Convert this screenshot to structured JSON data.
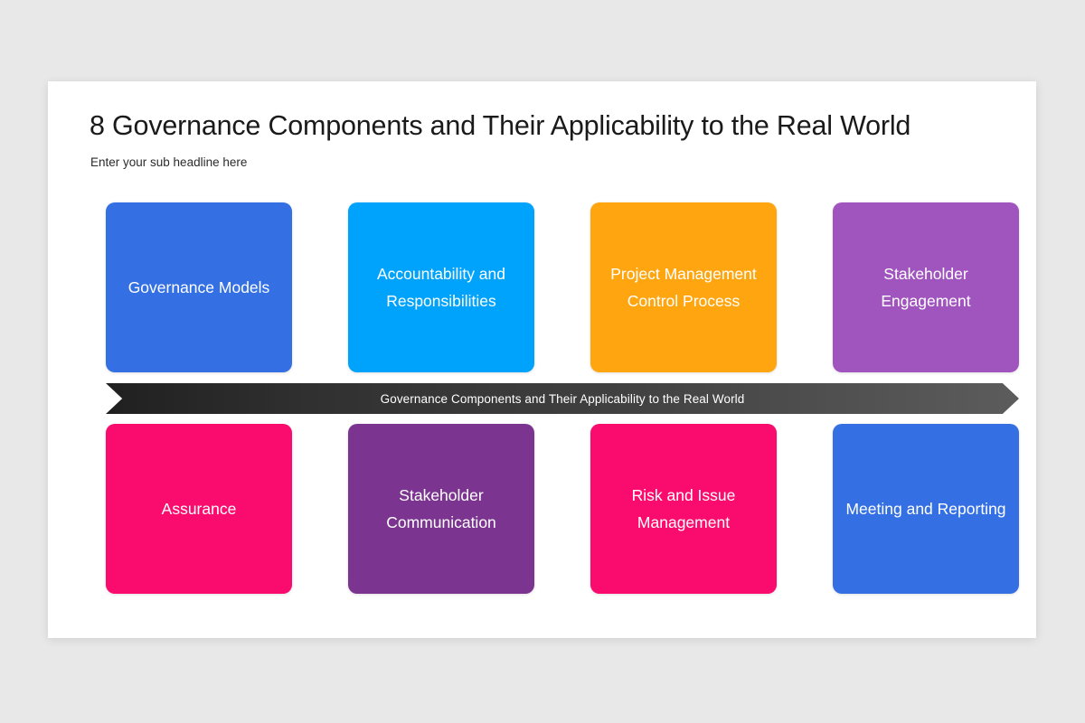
{
  "slide": {
    "title": "8 Governance Components and Their Applicability to the Real World",
    "subtitle": "Enter your sub headline here",
    "background_color": "#e8e8e8",
    "panel_color": "#ffffff"
  },
  "banner": {
    "text": "Governance Components and Their Applicability to the Real World",
    "gradient_start": "#202020",
    "gradient_end": "#5c5c5c",
    "text_color": "#ffffff"
  },
  "cards": {
    "top_row": [
      {
        "label": "Governance Models",
        "color": "#3470e4",
        "text_color": "#ffffff"
      },
      {
        "label": "Accountability and Responsibilities",
        "color": "#00a3fb",
        "text_color": "#ffffff"
      },
      {
        "label": "Project Management Control Process",
        "color": "#ffa510",
        "text_color": "#ffffff"
      },
      {
        "label": "Stakeholder Engagement",
        "color": "#a055be",
        "text_color": "#ffffff"
      }
    ],
    "bottom_row": [
      {
        "label": "Assurance",
        "color": "#f90c6e",
        "text_color": "#ffffff"
      },
      {
        "label": "Stakeholder Communication",
        "color": "#7b3590",
        "text_color": "#ffffff"
      },
      {
        "label": "Risk and Issue Management",
        "color": "#f90c6e",
        "text_color": "#ffffff"
      },
      {
        "label": "Meeting and Reporting",
        "color": "#3470e4",
        "text_color": "#ffffff"
      }
    ]
  }
}
